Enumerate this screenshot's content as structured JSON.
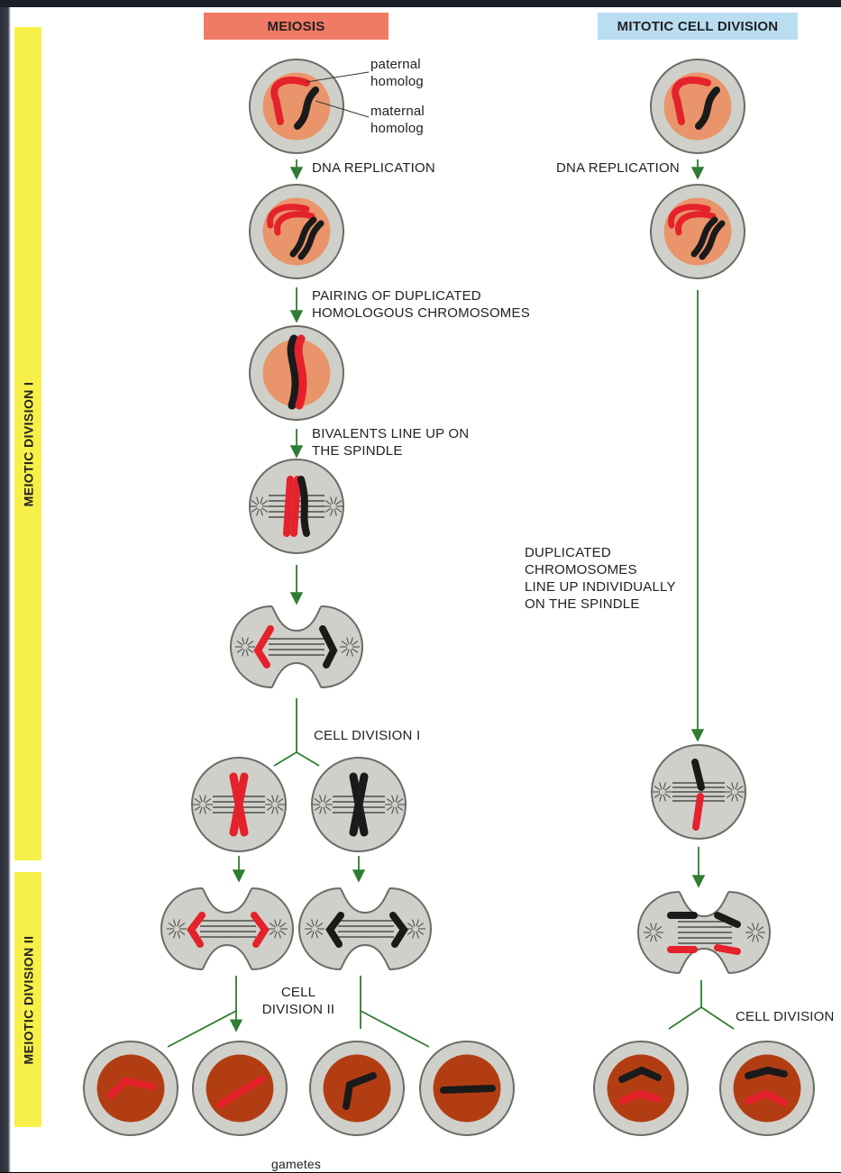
{
  "titles": {
    "meiosis": "MEIOSIS",
    "mitotic": "MITOTIC CELL DIVISION"
  },
  "side_labels": {
    "division1": "MEIOTIC DIVISION I",
    "division2": "MEIOTIC DIVISION II"
  },
  "labels": {
    "paternal": "paternal\nhomolog",
    "maternal": "maternal\nhomolog",
    "dna_replication_left": "DNA REPLICATION",
    "dna_replication_right": "DNA REPLICATION",
    "pairing": "PAIRING OF DUPLICATED\nHOMOLOGOUS CHROMOSOMES",
    "bivalents": "BIVALENTS LINE UP ON\nTHE SPINDLE",
    "duplicated": "DUPLICATED\nCHROMOSOMES\nLINE UP INDIVIDUALLY\nON THE SPINDLE",
    "cell_division_1": "CELL DIVISION I",
    "cell_division_2": "CELL\nDIVISION II",
    "cell_division": "CELL DIVISION",
    "gametes": "gametes"
  },
  "colors": {
    "title_meiosis_bg": "#f07a63",
    "title_mitotic_bg": "#b9ddf1",
    "side_bar": "#f7f04a",
    "cell_fill": "#cfd0c9",
    "cell_outline": "#6b6b68",
    "nucleus_light": "#e9946a",
    "nucleus_dark": "#b33d12",
    "chromosome_paternal": "#e4222b",
    "chromosome_maternal": "#1a1a1a",
    "arrow": "#2e7d32"
  }
}
